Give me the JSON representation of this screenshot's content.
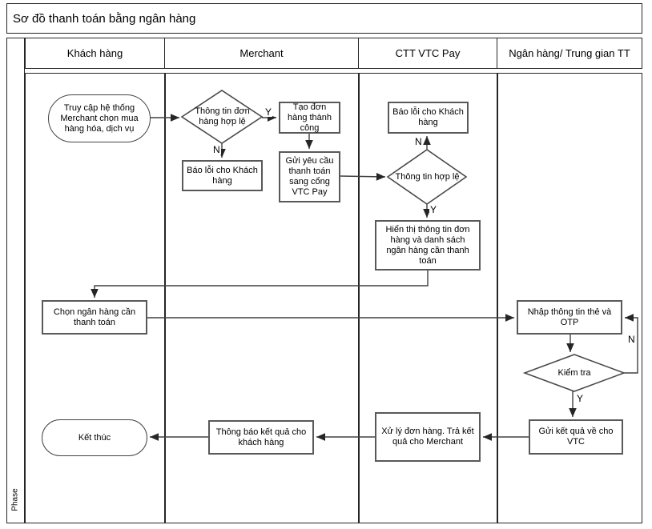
{
  "title": "Sơ đồ thanh toán bằng ngân hàng",
  "phase_label": "Phase",
  "lanes": {
    "customer": "Khách hàng",
    "merchant": "Merchant",
    "vtcpay": "CTT VTC Pay",
    "bank": "Ngân hàng/ Trung gian TT"
  },
  "decision_labels": {
    "yes": "Y",
    "no": "N"
  },
  "nodes": {
    "start": "Truy cập hệ thống Merchant chọn mua hàng hóa, dịch vụ",
    "order_valid_decision": "Thông tin đơn hàng hợp lệ",
    "create_order": "Tạo đơn hàng thành công",
    "merchant_error": "Báo lỗi cho Khách hàng",
    "send_payment_request": "Gửi yêu cầu thanh toán sang cổng VTC Pay",
    "vtc_error": "Báo lỗi cho Khách hàng",
    "info_valid_decision": "Thông tin hợp lệ",
    "show_order_info": "Hiển thị thông tin đơn hàng và danh sách ngân hàng cần thanh toán",
    "choose_bank": "Chọn ngân hàng cần thanh toán",
    "enter_card_otp": "Nhập thông tin thẻ và OTP",
    "check_decision": "Kiểm tra",
    "send_result_vtc": "Gửi kết quả về cho VTC",
    "process_order": "Xử lý đơn hàng. Trả kết quả cho Merchant",
    "notify_customer": "Thông báo kết quả cho khách hàng",
    "end": "Kết thúc"
  },
  "colors": {
    "frame_border": "#262626",
    "node_border": "#595959",
    "connector": "#404040",
    "background": "#ffffff",
    "text": "#000000"
  }
}
